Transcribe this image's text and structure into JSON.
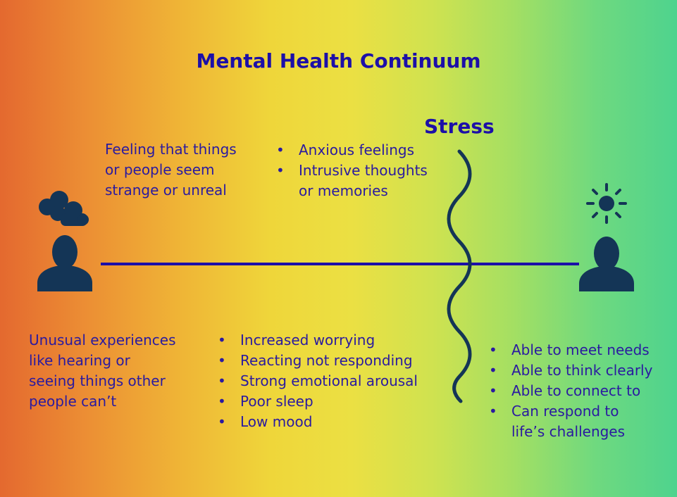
{
  "title": "Mental Health Continuum",
  "stress_label": "Stress",
  "top_left_text": [
    "Feeling that things",
    "or people seem",
    "strange or unreal"
  ],
  "top_middle_items": [
    "Anxious feelings",
    "Intrusive thoughts",
    "or memories"
  ],
  "bottom_left_text": [
    "Unusual experiences",
    "like hearing or",
    "seeing things other",
    "people can’t"
  ],
  "bottom_middle_items": [
    "Increased worrying",
    "Reacting not responding",
    "Strong emotional arousal",
    "Poor sleep",
    "Low mood"
  ],
  "bottom_right_items": [
    "Able to meet needs",
    "Able to think clearly",
    "Able to connect to",
    "Can respond to",
    "life’s challenges"
  ],
  "icons": {
    "left": "person-with-cloud-icon",
    "right": "person-with-sun-icon"
  },
  "colors": {
    "title": "#1c0fa8",
    "text": "#2a1aa0",
    "line": "#1c0fa8",
    "icon": "#143556",
    "wave": "#143556"
  }
}
